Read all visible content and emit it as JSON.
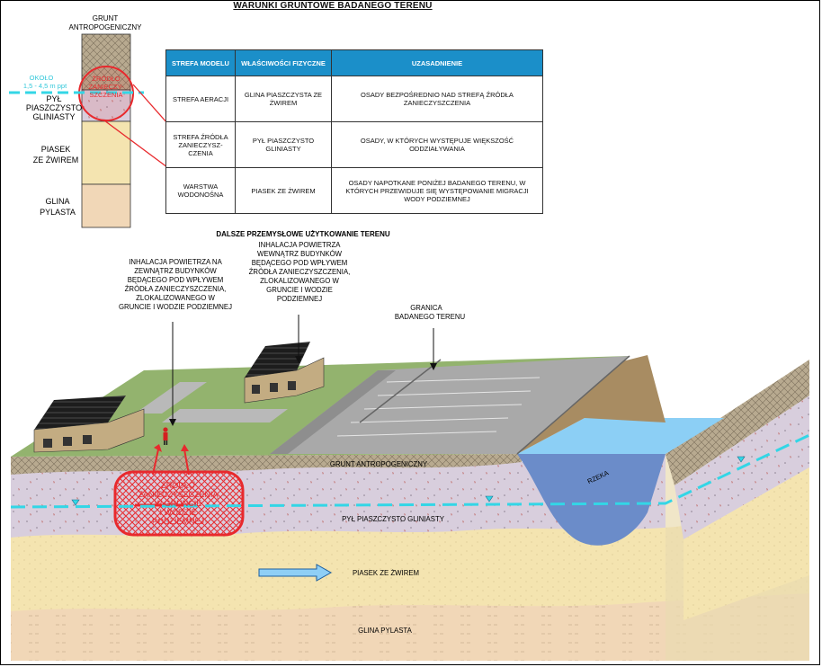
{
  "title": "WARUNKI GRUNTOWE BADANEGO TERENU",
  "column": {
    "header_line1": "GRUNT",
    "header_line2": "ANTROPOGENICZNY",
    "water_level_line1": "OKOŁO",
    "water_level_line2": "1,5 - 4,5 m ppt",
    "source_line1": "ŹRÓDŁO",
    "source_line2": "ZANIECZY-",
    "source_line3": "SZCZENIA",
    "layer_silt_line1": "PYŁ",
    "layer_silt_line2": "PIASZCZYSTO",
    "layer_silt_line3": "GLINIASTY",
    "layer_sand_line1": "PIASEK",
    "layer_sand_line2": "ZE ŻWIREM",
    "layer_clay_line1": "GLINA",
    "layer_clay_line2": "PYLASTA"
  },
  "table": {
    "headers": [
      "STREFA MODELU",
      "WŁAŚCIWOŚCI FIZYCZNE",
      "UZASADNIENIE"
    ],
    "rows": [
      [
        "STREFA AERACJI",
        "GLINA PIASZCZYSTA ZE ŻWIREM",
        "OSADY BEZPOŚREDNIO NAD STREFĄ ŹRÓDŁA ZANIECZYSZCZENIA"
      ],
      [
        "STREFA ŹRÓDŁA ZANIECZYSZ- CZENIA",
        "PYŁ PIASZCZYSTO GLINIASTY",
        "OSADY, W KTÓRYCH WYSTĘPUJE WIĘKSZOŚĆ ODDZIAŁYWANIA"
      ],
      [
        "WARSTWA WODONOŚNA",
        "PIASEK ZE ŻWIREM",
        "OSADY NAPOTKANE PONIŻEJ BADANEGO TERENU, W KTÓRYCH PRZEWIDUJE SIĘ WYSTĘPOWANIE MIGRACJI WODY PODZIEMNEJ"
      ]
    ]
  },
  "scene": {
    "subtitle": "DALSZE PRZEMYSŁOWE UŻYTKOWANIE TERENU",
    "inhal_outside": [
      "INHALACJA POWIETRZA NA",
      "ZEWNĄTRZ BUDYNKÓW",
      "BĘDĄCEGO POD WPŁYWEM",
      "ŹRÓDŁA ZANIECZYSZCZENIA,",
      "ZLOKALIZOWANEGO  W",
      "GRUNCIE I WODZIE PODZIEMNEJ"
    ],
    "inhal_inside": [
      "INHALACJA POWIETRZA",
      "WEWNĄTRZ BUDYNKÓW",
      "BĘDĄCEGO POD WPŁYWEM",
      "ŹRÓDŁA ZANIECZYSZCZENIA,",
      "ZLOKALIZOWANEGO W",
      "GRUNCIE I WODZIE",
      "PODZIEMNEJ"
    ],
    "boundary": [
      "GRANICA",
      "BADANEGO TERENU"
    ],
    "source": [
      "ŹRÓDŁO",
      "ZANIECZYSZCZENIA",
      "W GRUNCIE",
      "I WODZIE",
      "PODZIEMNEJ"
    ],
    "layer_fill": "GRUNT ANTROPOGENICZNY",
    "layer_silt": "PYŁ PIASZCZYSTO GLINIASTY",
    "layer_sand": "PIASEK ZE ŻWIREM",
    "layer_clay": "GLINA PYLASTA",
    "river": "RZEKA"
  },
  "colors": {
    "header_blue": "#1b8fc9",
    "water_table": "#33d6e6",
    "source_red": "#e8292d",
    "fill_layer": "#b8aa90",
    "silt_layer": "#d8cedd",
    "sand_layer": "#f4e4b0",
    "clay_layer": "#f1d7b7",
    "grass": "#93b36e",
    "pavement": "#a9a9a9",
    "river": "#8ccff5"
  }
}
